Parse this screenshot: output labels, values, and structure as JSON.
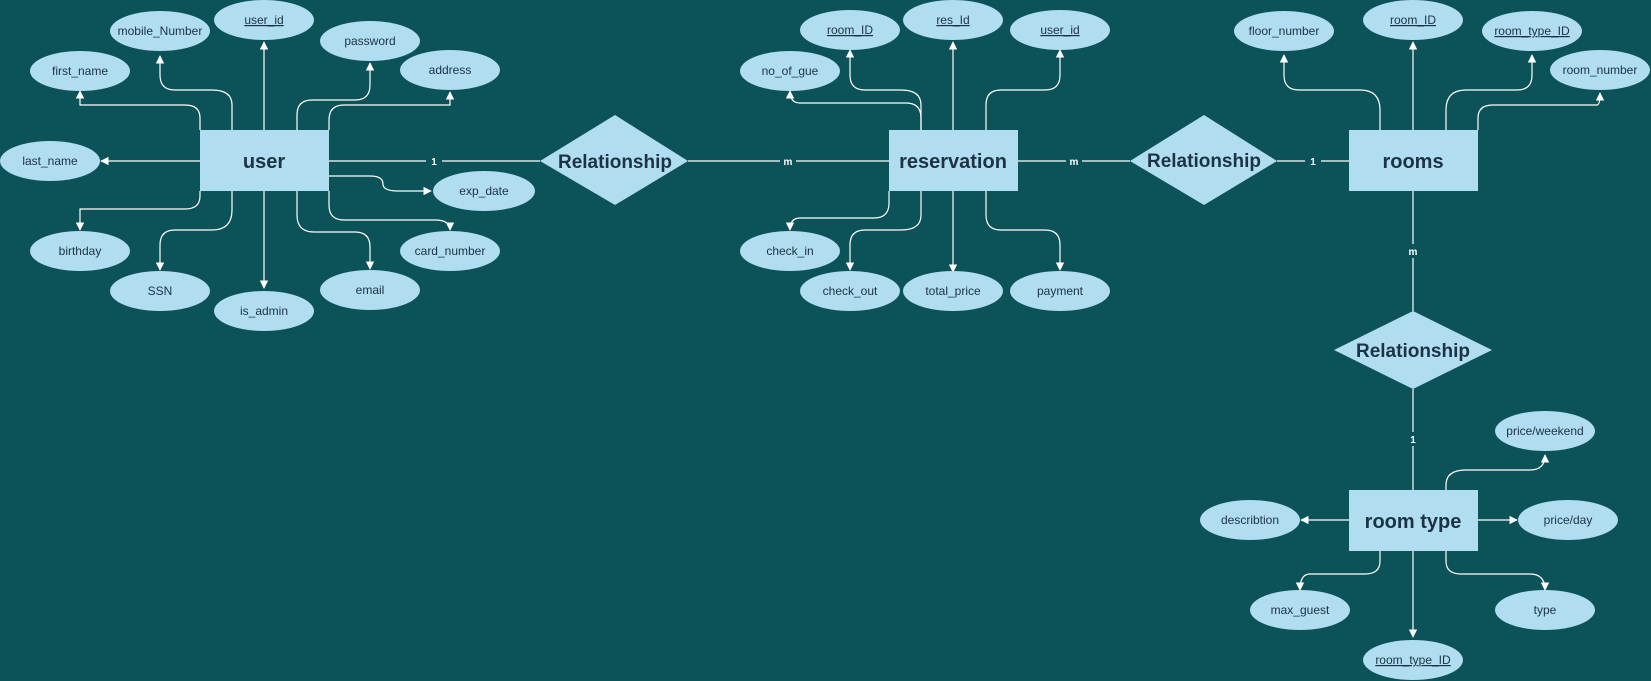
{
  "colors": {
    "background": "#0b5259",
    "shape_fill": "#b1ddf0",
    "line": "#ffffff",
    "text": "#1b3344"
  },
  "entities": {
    "user": "user",
    "reservation": "reservation",
    "rooms": "rooms",
    "room_type": "room type"
  },
  "relationships": {
    "user_reservation": "Relationship",
    "reservation_rooms": "Relationship",
    "rooms_room_type": "Relationship"
  },
  "cardinalities": {
    "user_side": "1",
    "reservation_side_a": "m",
    "reservation_side_b": "m",
    "rooms_side_a": "1",
    "rooms_side_b": "m",
    "room_type_side": "1"
  },
  "attributes": {
    "user": {
      "first_name": "first_name",
      "mobile_number": "mobile_Number",
      "user_id": "user_id",
      "password": "password",
      "address": "address",
      "last_name": "last_name",
      "exp_date": "exp_date",
      "birthday": "birthday",
      "ssn": "SSN",
      "is_admin": "is_admin",
      "email": "email",
      "card_number": "card_number"
    },
    "reservation": {
      "no_of_gue": "no_of_gue",
      "room_id": "room_ID",
      "res_id": "res_Id",
      "user_id": "user_id",
      "check_in": "check_in",
      "check_out": "check_out",
      "total_price": "total_price",
      "payment": "payment"
    },
    "rooms": {
      "floor_number": "floor_number",
      "room_id": "room_ID",
      "room_type_id": "room_type_ID",
      "room_number": "room_number"
    },
    "room_type": {
      "price_weekend": "price/weekend",
      "description": "describtion",
      "price_day": "price/day",
      "max_guest": "max_guest",
      "type": "type",
      "room_type_id": "room_type_ID"
    }
  }
}
